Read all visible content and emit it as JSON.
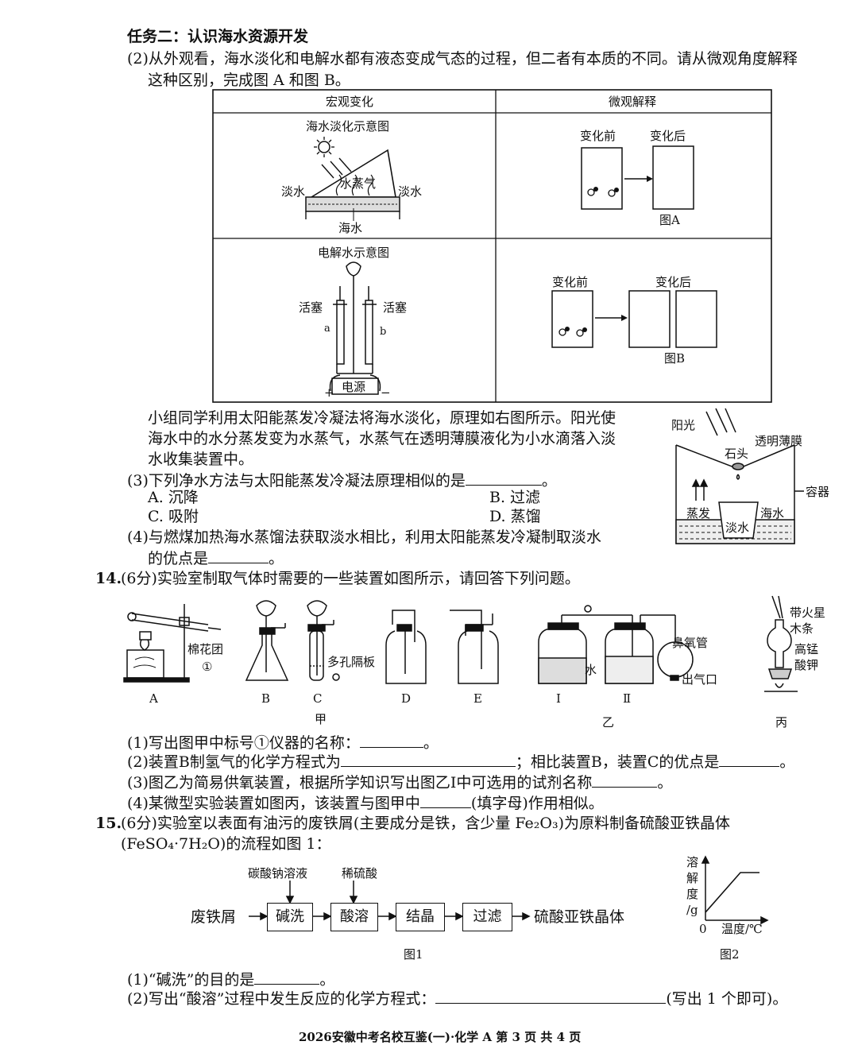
{
  "task2": {
    "heading": "任务二：认识海水资源开发",
    "q2_line1": "(2)从外观看，海水淡化和电解水都有液态变成气态的过程，但二者有本质的不同。请从微观角度解释",
    "q2_line2": "这种区别，完成图 A 和图 B。"
  },
  "table": {
    "header_left": "宏观变化",
    "header_right": "微观解释",
    "desal_title": "海水淡化示意图",
    "fresh_left": "淡水",
    "fresh_right": "淡水",
    "vapor": "水蒸气",
    "seawater": "海水",
    "before_a": "变化前",
    "after_a": "变化后",
    "fig_a": "图A",
    "elec_title": "电解水示意图",
    "stopcock_left": "活塞",
    "stopcock_right": "活塞",
    "tube_a": "a",
    "tube_b": "b",
    "power": "电源",
    "plus": "+",
    "minus": "−",
    "before_b": "变化前",
    "after_b": "变化后",
    "fig_b": "图B"
  },
  "solar": {
    "p1": "小组同学利用太阳能蒸发冷凝法将海水淡化，原理如右图所示。阳光使",
    "p2": "海水中的水分蒸发变为水蒸气，水蒸气在透明薄膜液化为小水滴落入淡",
    "p3": "水收集装置中。",
    "q3": "(3)下列净水方法与太阳能蒸发冷凝法原理相似的是",
    "q3_end": "。",
    "optA": "A. 沉降",
    "optB": "B. 过滤",
    "optC": "C. 吸附",
    "optD": "D. 蒸馏",
    "q4_1": "(4)与燃煤加热海水蒸馏法获取淡水相比，利用太阳能蒸发冷凝制取淡水",
    "q4_2": "的优点是",
    "q4_end": "。",
    "fig_sun": "阳光",
    "fig_film": "透明薄膜",
    "fig_stone": "石头",
    "fig_container": "容器",
    "fig_evap": "蒸发",
    "fig_fresh": "淡水",
    "fig_sea": "海水"
  },
  "q14": {
    "num": "14.",
    "stem": "(6分)实验室制取气体时需要的一些装置如图所示，请回答下列问题。",
    "label_cotton": "棉花团",
    "label_1": "①",
    "label_porous": "多孔隔板",
    "label_water": "水",
    "label_nasal": "鼻氧管",
    "label_outlet": "出气口",
    "label_splint1": "带火星",
    "label_splint2": "木条",
    "label_kmno1": "高锰",
    "label_kmno2": "酸钾",
    "A": "A",
    "B": "B",
    "C": "C",
    "D": "D",
    "E": "E",
    "I": "Ⅰ",
    "II": "Ⅱ",
    "jia": "甲",
    "yi": "乙",
    "bing": "丙",
    "s1": "(1)写出图甲中标号①仪器的名称：",
    "s1_end": "。",
    "s2a": "(2)装置B制氢气的化学方程式为",
    "s2b": "；相比装置B，装置C的优点是",
    "s2_end": "。",
    "s3": "(3)图乙为简易供氧装置，根据所学知识写出图乙Ⅰ中可选用的试剂名称",
    "s3_end": "。",
    "s4a": "(4)某微型实验装置如图丙，该装置与图甲中",
    "s4b": "(填字母)作用相似。"
  },
  "q15": {
    "num": "15.",
    "stem1": "(6分)实验室以表面有油污的废铁屑(主要成分是铁，含少量 Fe₂O₃)为原料制备硫酸亚铁晶体",
    "stem2": "(FeSO₄·7H₂O)的流程如图 1：",
    "reagent1": "碳酸钠溶液",
    "reagent2": "稀硫酸",
    "start": "废铁屑",
    "step1": "碱洗",
    "step2": "酸溶",
    "step3": "结晶",
    "step4": "过滤",
    "end": "硫酸亚铁晶体",
    "fig1": "图1",
    "fig2": "图2",
    "ylab1": "溶",
    "ylab2": "解",
    "ylab3": "度",
    "ylab4": "/g",
    "origin": "0",
    "xlab": "温度/℃",
    "s1": "(1)“碱洗”的目的是",
    "s1_end": "。",
    "s2": "(2)写出“酸溶”过程中发生反应的化学方程式：",
    "s2_end": "(写出 1 个即可)。"
  },
  "footer": "2026安徽中考名校互鉴(一)·化学 A   第 3 页   共 4 页"
}
